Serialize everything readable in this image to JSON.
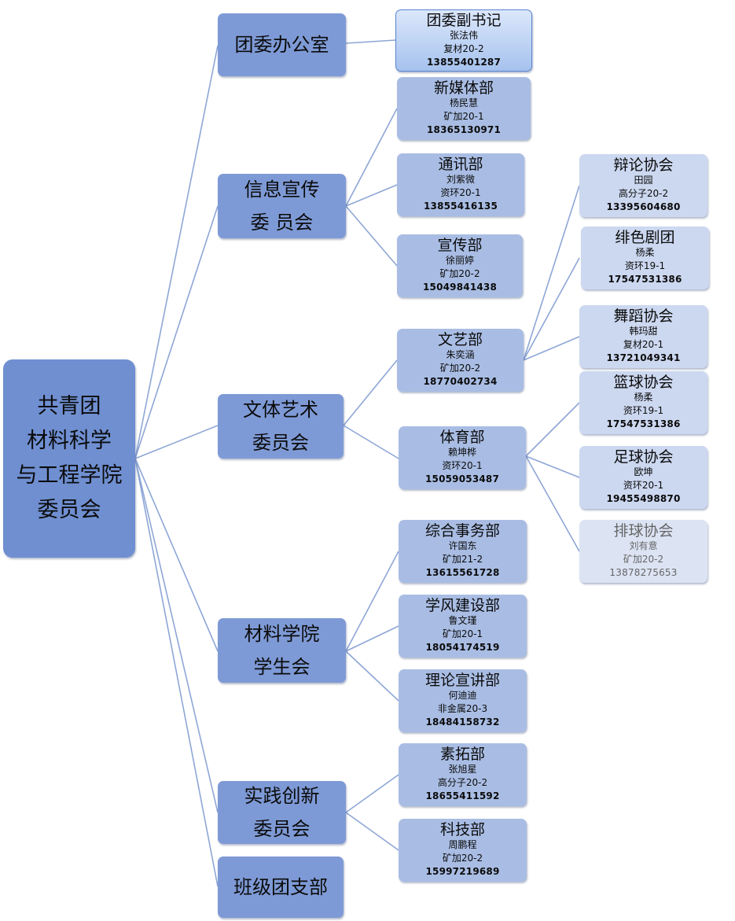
{
  "root": {
    "lines": [
      "共青团",
      "材料科学",
      "与工程学院",
      "委员会"
    ]
  },
  "level1": {
    "office": {
      "lines": [
        "团委办公室"
      ]
    },
    "info": {
      "lines": [
        "信息宣传",
        "委 员会"
      ]
    },
    "arts": {
      "lines": [
        "文体艺术",
        "委员会"
      ]
    },
    "su": {
      "lines": [
        "材料学院",
        "学生会"
      ]
    },
    "practice": {
      "lines": [
        "实践创新",
        "委员会"
      ]
    },
    "branch": {
      "lines": [
        "班级团支部"
      ]
    }
  },
  "departments": {
    "deputy": {
      "title": "团委副书记",
      "name": "张法伟",
      "class": "复材20-2",
      "phone": "13855401287"
    },
    "newmedia": {
      "title": "新媒体部",
      "name": "杨民慧",
      "class": "矿加20-1",
      "phone": "18365130971"
    },
    "comm": {
      "title": "通讯部",
      "name": "刘紫微",
      "class": "资环20-1",
      "phone": "13855416135"
    },
    "publicity": {
      "title": "宣传部",
      "name": "徐丽婷",
      "class": "矿加20-2",
      "phone": "15049841438"
    },
    "literary": {
      "title": "文艺部",
      "name": "朱奕涵",
      "class": "矿加20-2",
      "phone": "18770402734"
    },
    "sports": {
      "title": "体育部",
      "name": "赖坤桦",
      "class": "资环20-1",
      "phone": "15059053487"
    },
    "general": {
      "title": "综合事务部",
      "name": "许国东",
      "class": "矿加21-2",
      "phone": "13615561728"
    },
    "style": {
      "title": "学风建设部",
      "name": "鲁文瑾",
      "class": "矿加20-1",
      "phone": "18054174519"
    },
    "theory": {
      "title": "理论宣讲部",
      "name": "何迪迪",
      "class": "非金属20-3",
      "phone": "18484158732"
    },
    "quality": {
      "title": "素拓部",
      "name": "张旭星",
      "class": "高分子20-2",
      "phone": "18655411592"
    },
    "tech": {
      "title": "科技部",
      "name": "周鹏程",
      "class": "矿加20-2",
      "phone": "15997219689"
    }
  },
  "associations": {
    "debate": {
      "title": "辩论协会",
      "name": "田园",
      "class": "高分子20-2",
      "phone": "13395604680"
    },
    "drama": {
      "title": "绯色剧团",
      "name": "杨柔",
      "class": "资环19-1",
      "phone": "17547531386"
    },
    "dance": {
      "title": "舞蹈协会",
      "name": "韩玛甜",
      "class": "复材20-1",
      "phone": "13721049341"
    },
    "basketball": {
      "title": "篮球协会",
      "name": "杨柔",
      "class": "资环19-1",
      "phone": "17547531386"
    },
    "football": {
      "title": "足球协会",
      "name": "欧坤",
      "class": "资环20-1",
      "phone": "19455498870"
    },
    "volleyball": {
      "title": "排球协会",
      "name": "刘有意",
      "class": "矿加20-2",
      "phone": "13878275653"
    }
  },
  "colors": {
    "root": "#6f8fd1",
    "level1": "#7e9ad6",
    "level2": "#a9bde4",
    "level3": "#ccd8f0",
    "connector": "#8ea6d6"
  }
}
